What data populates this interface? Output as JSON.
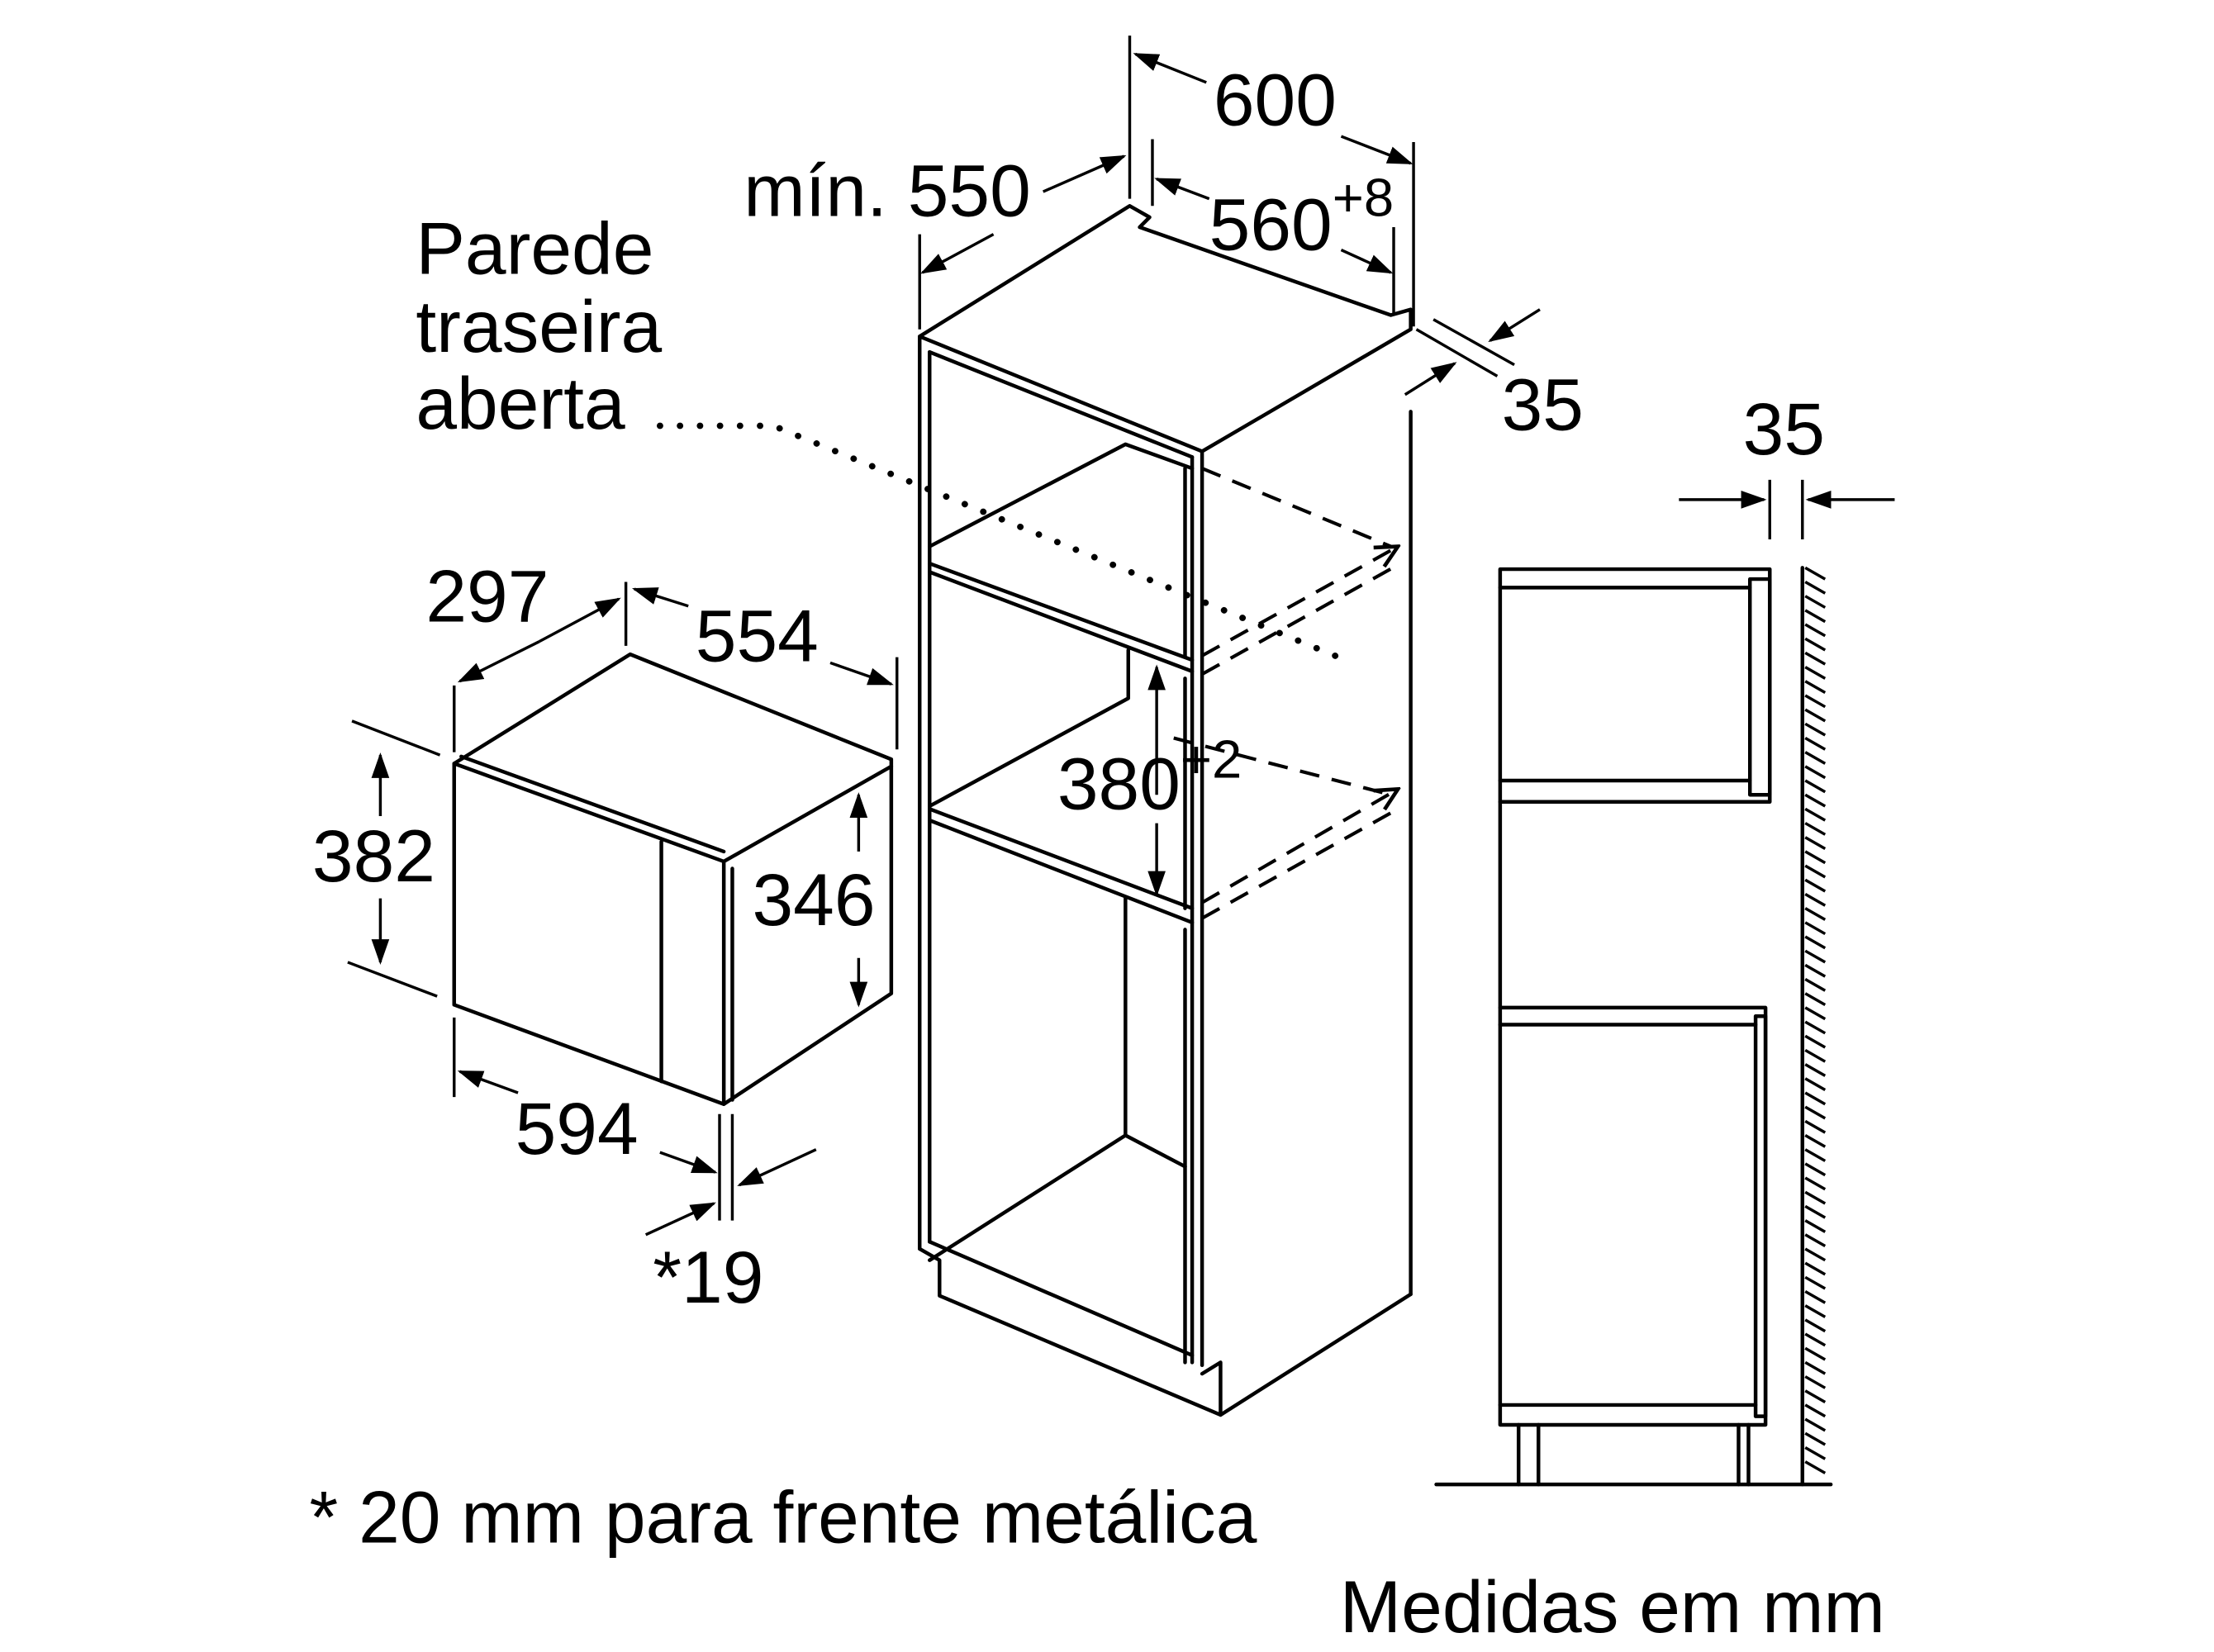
{
  "diagram": {
    "type": "installation-dimension-drawing",
    "units_note": "Medidas em mm",
    "footnote": "* 20 mm para frente metálica",
    "labels": {
      "rear_wall_line1": "Parede",
      "rear_wall_line2": "traseira",
      "rear_wall_line3": "aberta",
      "cabinet_width": "600",
      "cabinet_min_depth": "mín. 550",
      "niche_width": "560",
      "niche_width_tol": "+8",
      "front_offset_top": "35",
      "side_offset": "35",
      "niche_height": "380",
      "niche_height_tol": "+2",
      "appliance_depth": "297",
      "appliance_width_top": "554",
      "appliance_height": "382",
      "appliance_body_height": "346",
      "appliance_width_front": "594",
      "appliance_front_thickness": "*19"
    },
    "colors": {
      "line": "#000000",
      "background": "#ffffff"
    }
  }
}
